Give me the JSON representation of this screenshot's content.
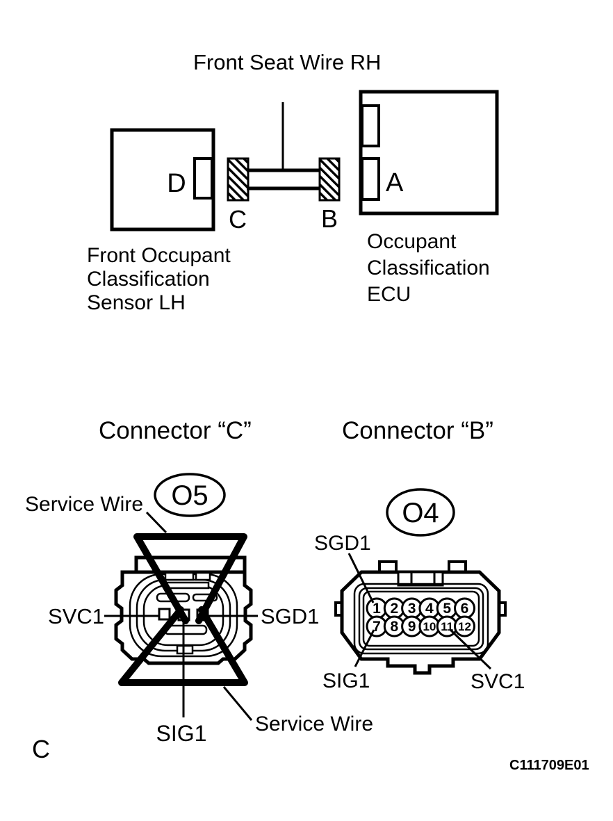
{
  "figure": {
    "code": "C111709E01",
    "page_letter": "C"
  },
  "harness_diagram": {
    "title": "Front Seat Wire RH",
    "sensor_box": {
      "pin_label": "D",
      "caption": [
        "Front Occupant",
        "Classification",
        "Sensor LH"
      ]
    },
    "ecu_box": {
      "pin_label": "A",
      "caption": [
        "Occupant",
        "Classification",
        "ECU"
      ]
    },
    "connector_c_letter": "C",
    "connector_b_letter": "B"
  },
  "connector_c_view": {
    "title": "Connector “C”",
    "connector_code": "O5",
    "service_wire_top": "Service Wire",
    "service_wire_bottom": "Service Wire",
    "svc1": "SVC1",
    "sgd1": "SGD1",
    "sig1": "SIG1"
  },
  "connector_b_view": {
    "title": "Connector “B”",
    "connector_code": "O4",
    "sgd1": "SGD1",
    "sig1": "SIG1",
    "svc1": "SVC1",
    "pins": [
      "1",
      "2",
      "3",
      "4",
      "5",
      "6",
      "7",
      "8",
      "9",
      "10",
      "11",
      "12"
    ]
  }
}
